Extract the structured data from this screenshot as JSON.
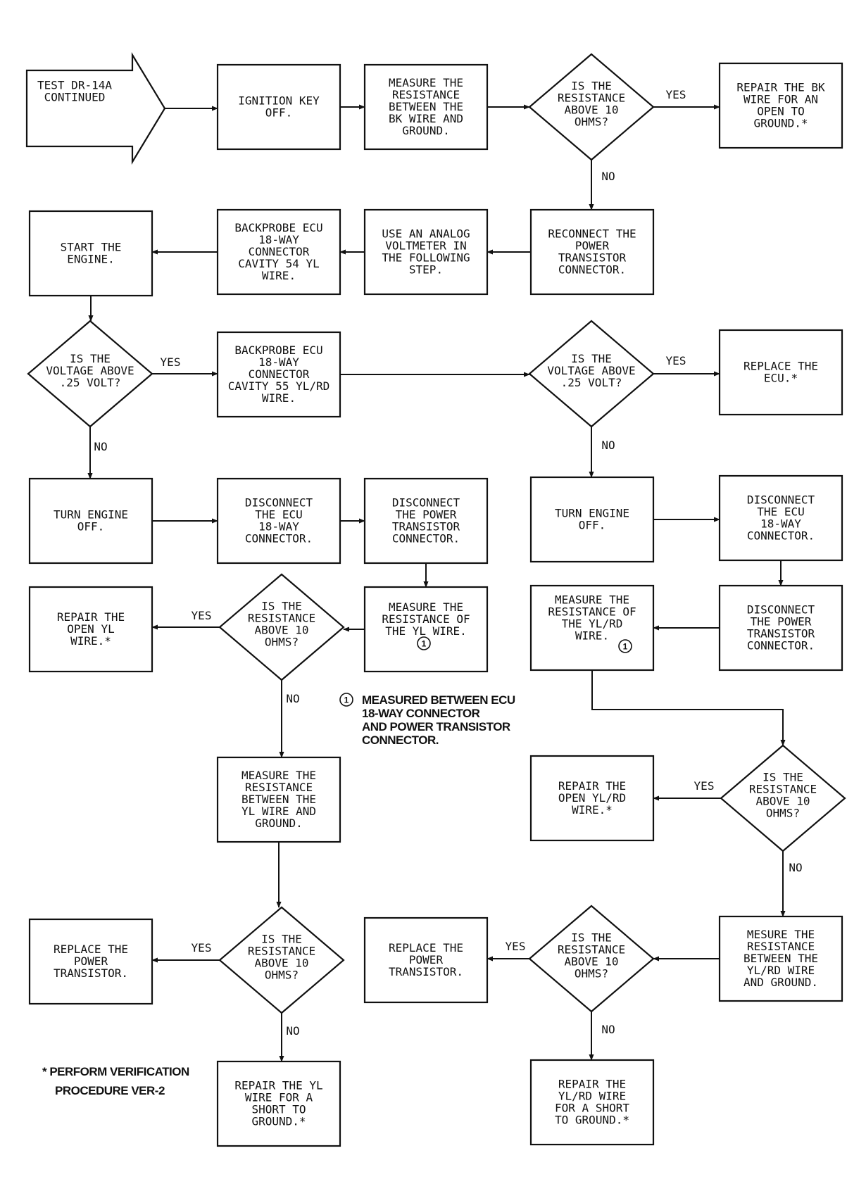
{
  "nodes": {
    "start": [
      "TEST DR-14A",
      "CONTINUED"
    ],
    "ign_off": [
      "IGNITION KEY",
      "OFF."
    ],
    "meas_bk": [
      "MEASURE THE",
      "RESISTANCE",
      "BETWEEN THE",
      "BK WIRE AND",
      "GROUND."
    ],
    "d_bk": [
      "IS THE",
      "RESISTANCE",
      "ABOVE 10",
      "OHMS?"
    ],
    "repair_bk": [
      "REPAIR THE BK",
      "WIRE FOR AN",
      "OPEN TO",
      "GROUND.*"
    ],
    "reconnect": [
      "RECONNECT THE",
      "POWER",
      "TRANSISTOR",
      "CONNECTOR."
    ],
    "analog": [
      "USE AN ANALOG",
      "VOLTMETER IN",
      "THE FOLLOWING",
      "STEP."
    ],
    "bp54": [
      "BACKPROBE ECU",
      "18-WAY",
      "CONNECTOR",
      "CAVITY 54 YL",
      "WIRE."
    ],
    "start_eng": [
      "START THE",
      "ENGINE."
    ],
    "d_v1": [
      "IS THE",
      "VOLTAGE ABOVE",
      ".25 VOLT?"
    ],
    "bp55": [
      "BACKPROBE ECU",
      "18-WAY",
      "CONNECTOR",
      "CAVITY 55 YL/RD",
      "WIRE."
    ],
    "d_v2": [
      "IS THE",
      "VOLTAGE ABOVE",
      ".25 VOLT?"
    ],
    "replace_ecu": [
      "REPLACE THE",
      "ECU.*"
    ],
    "turn_off1": [
      "TURN ENGINE",
      "OFF."
    ],
    "disc_ecu1": [
      "DISCONNECT",
      "THE ECU",
      "18-WAY",
      "CONNECTOR."
    ],
    "disc_pt1": [
      "DISCONNECT",
      "THE POWER",
      "TRANSISTOR",
      "CONNECTOR."
    ],
    "turn_off2": [
      "TURN ENGINE",
      "OFF."
    ],
    "disc_ecu2": [
      "DISCONNECT",
      "THE ECU",
      "18-WAY",
      "CONNECTOR."
    ],
    "repair_open_yl": [
      "REPAIR THE",
      "OPEN YL",
      "WIRE.*"
    ],
    "d_yl": [
      "IS THE",
      "RESISTANCE",
      "ABOVE 10",
      "OHMS?"
    ],
    "meas_yl": [
      "MEASURE THE",
      "RESISTANCE OF",
      "THE YL WIRE."
    ],
    "meas_ylrd": [
      "MEASURE THE",
      "RESISTANCE OF",
      "THE YL/RD",
      "WIRE."
    ],
    "disc_pt2": [
      "DISCONNECT",
      "THE POWER",
      "TRANSISTOR",
      "CONNECTOR."
    ],
    "meas_yl_gnd": [
      "MEASURE THE",
      "RESISTANCE",
      "BETWEEN THE",
      "YL WIRE AND",
      "GROUND."
    ],
    "repair_open_ylrd": [
      "REPAIR THE",
      "OPEN YL/RD",
      "WIRE.*"
    ],
    "d_ylrd": [
      "IS THE",
      "RESISTANCE",
      "ABOVE 10",
      "OHMS?"
    ],
    "replace_pt1": [
      "REPLACE THE",
      "POWER",
      "TRANSISTOR."
    ],
    "d_yl_gnd": [
      "IS THE",
      "RESISTANCE",
      "ABOVE 10",
      "OHMS?"
    ],
    "replace_pt2": [
      "REPLACE THE",
      "POWER",
      "TRANSISTOR."
    ],
    "d_ylrd_gnd": [
      "IS THE",
      "RESISTANCE",
      "ABOVE 10",
      "OHMS?"
    ],
    "mesure_ylrd_gnd": [
      "MESURE THE",
      "RESISTANCE",
      "BETWEEN THE",
      "YL/RD WIRE",
      "AND GROUND."
    ],
    "repair_short_yl": [
      "REPAIR THE YL",
      "WIRE FOR A",
      "SHORT TO",
      "GROUND.*"
    ],
    "repair_short_ylrd": [
      "REPAIR THE",
      "YL/RD WIRE",
      "FOR A SHORT",
      "TO GROUND.*"
    ]
  },
  "labels": {
    "yes": "YES",
    "no": "NO"
  },
  "footnote_marker": "1",
  "notes": {
    "measured": [
      "MEASURED BETWEEN ECU",
      "18-WAY CONNECTOR",
      "AND POWER TRANSISTOR",
      "CONNECTOR."
    ],
    "verification": [
      "* PERFORM VERIFICATION",
      "PROCEDURE VER-2"
    ]
  }
}
